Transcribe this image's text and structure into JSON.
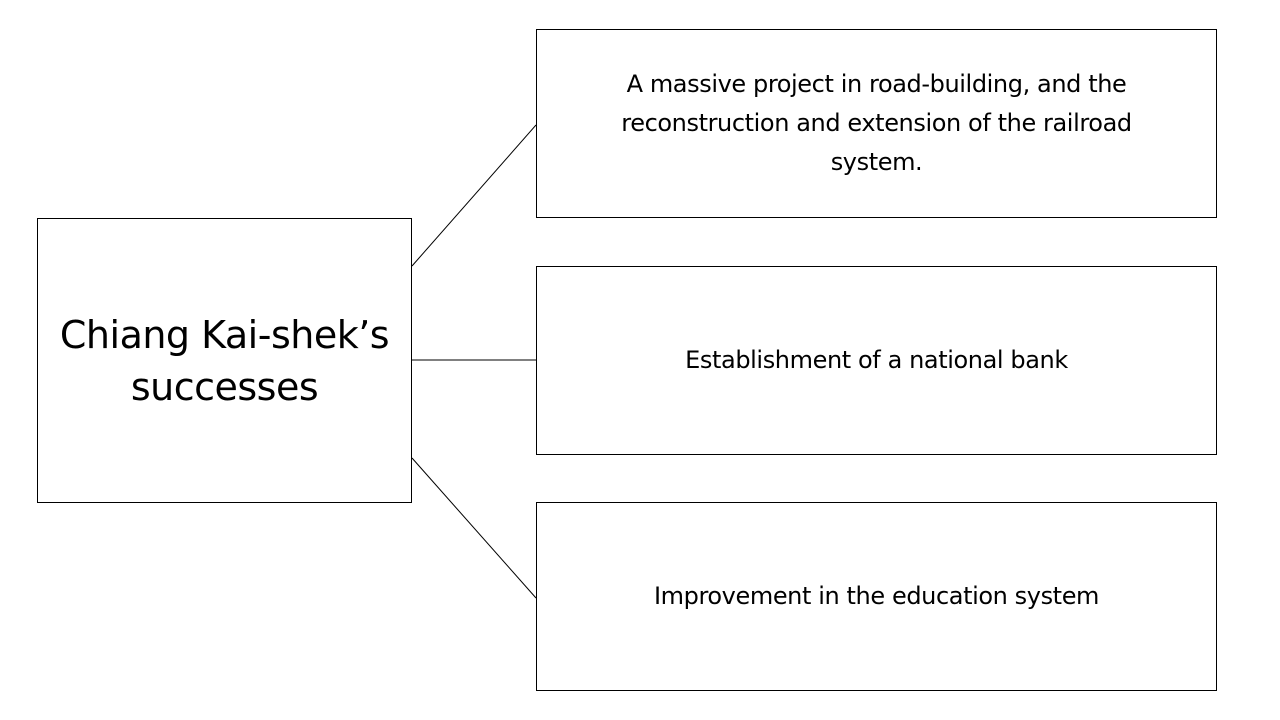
{
  "diagram": {
    "root": {
      "label": "Chiang Kai-shek’s successes"
    },
    "items": [
      {
        "label": "A massive project in road-building, and the reconstruction and extension of the railroad system."
      },
      {
        "label": "Establishment of a national bank"
      },
      {
        "label": "Improvement in the education system"
      }
    ],
    "colors": {
      "line": "#000000",
      "background": "#ffffff",
      "text": "#000000"
    }
  }
}
